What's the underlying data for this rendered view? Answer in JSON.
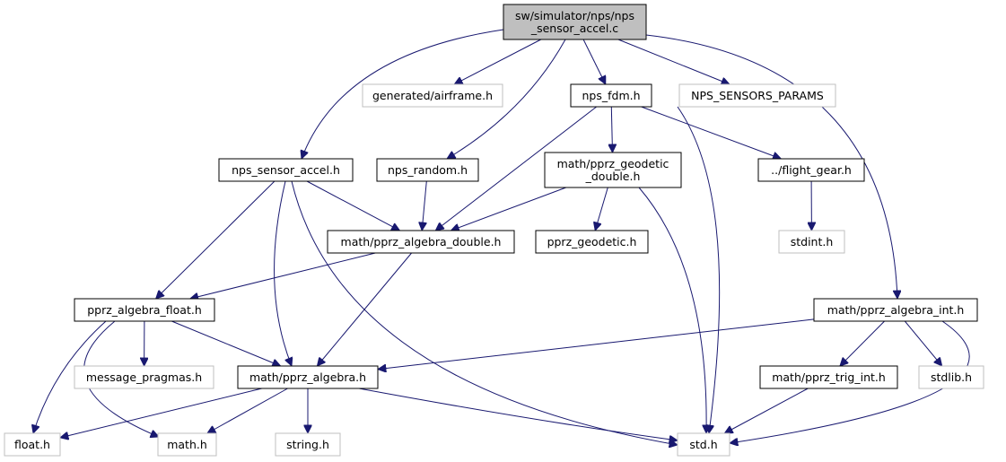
{
  "colors": {
    "root_fill": "#bfbfbf",
    "node_fill": "#ffffff",
    "node_border": "#000000",
    "missing_border": "#bfbfbf",
    "edge": "#191970"
  },
  "nodes": [
    {
      "id": "root",
      "label": [
        "sw/simulator/nps/nps",
        "_sensor_accel.c"
      ],
      "kind": "root"
    },
    {
      "id": "generated_airframe",
      "label": [
        "generated/airframe.h"
      ],
      "kind": "missing"
    },
    {
      "id": "nps_fdm",
      "label": [
        "nps_fdm.h"
      ],
      "kind": "normal"
    },
    {
      "id": "nps_sensors_params",
      "label": [
        "NPS_SENSORS_PARAMS"
      ],
      "kind": "missing"
    },
    {
      "id": "nps_sensor_accel",
      "label": [
        "nps_sensor_accel.h"
      ],
      "kind": "normal"
    },
    {
      "id": "nps_random",
      "label": [
        "nps_random.h"
      ],
      "kind": "normal"
    },
    {
      "id": "pprz_geodetic_double",
      "label": [
        "math/pprz_geodetic",
        "_double.h"
      ],
      "kind": "normal"
    },
    {
      "id": "flight_gear",
      "label": [
        "../flight_gear.h"
      ],
      "kind": "normal"
    },
    {
      "id": "stdint",
      "label": [
        "stdint.h"
      ],
      "kind": "missing"
    },
    {
      "id": "pprz_algebra_double",
      "label": [
        "math/pprz_algebra_double.h"
      ],
      "kind": "normal"
    },
    {
      "id": "pprz_geodetic",
      "label": [
        "pprz_geodetic.h"
      ],
      "kind": "normal"
    },
    {
      "id": "pprz_algebra_float",
      "label": [
        "pprz_algebra_float.h"
      ],
      "kind": "normal"
    },
    {
      "id": "pprz_algebra_int",
      "label": [
        "math/pprz_algebra_int.h"
      ],
      "kind": "normal"
    },
    {
      "id": "message_pragmas",
      "label": [
        "message_pragmas.h"
      ],
      "kind": "missing"
    },
    {
      "id": "pprz_algebra",
      "label": [
        "math/pprz_algebra.h"
      ],
      "kind": "normal"
    },
    {
      "id": "pprz_trig_int",
      "label": [
        "math/pprz_trig_int.h"
      ],
      "kind": "normal"
    },
    {
      "id": "stdlib",
      "label": [
        "stdlib.h"
      ],
      "kind": "missing"
    },
    {
      "id": "float_h",
      "label": [
        "float.h"
      ],
      "kind": "missing"
    },
    {
      "id": "math_h",
      "label": [
        "math.h"
      ],
      "kind": "missing"
    },
    {
      "id": "string_h",
      "label": [
        "string.h"
      ],
      "kind": "missing"
    },
    {
      "id": "std_h",
      "label": [
        "std.h"
      ],
      "kind": "missing"
    }
  ],
  "edges": [
    [
      "root",
      "generated_airframe"
    ],
    [
      "root",
      "nps_fdm"
    ],
    [
      "root",
      "nps_sensors_params"
    ],
    [
      "root",
      "nps_sensor_accel"
    ],
    [
      "root",
      "nps_random"
    ],
    [
      "root",
      "pprz_algebra_int"
    ],
    [
      "nps_fdm",
      "pprz_geodetic_double"
    ],
    [
      "nps_fdm",
      "flight_gear"
    ],
    [
      "nps_fdm",
      "pprz_algebra_double"
    ],
    [
      "nps_fdm",
      "std_h"
    ],
    [
      "nps_sensor_accel",
      "pprz_algebra_double"
    ],
    [
      "nps_sensor_accel",
      "pprz_algebra_float"
    ],
    [
      "nps_sensor_accel",
      "pprz_algebra"
    ],
    [
      "nps_sensor_accel",
      "std_h"
    ],
    [
      "nps_random",
      "pprz_algebra_double"
    ],
    [
      "pprz_geodetic_double",
      "pprz_algebra_double"
    ],
    [
      "pprz_geodetic_double",
      "pprz_geodetic"
    ],
    [
      "pprz_geodetic_double",
      "std_h"
    ],
    [
      "flight_gear",
      "stdint"
    ],
    [
      "pprz_algebra_double",
      "pprz_algebra_float"
    ],
    [
      "pprz_algebra_double",
      "pprz_algebra"
    ],
    [
      "pprz_algebra_float",
      "message_pragmas"
    ],
    [
      "pprz_algebra_float",
      "pprz_algebra"
    ],
    [
      "pprz_algebra_float",
      "float_h"
    ],
    [
      "pprz_algebra_float",
      "math_h"
    ],
    [
      "pprz_algebra_int",
      "pprz_algebra"
    ],
    [
      "pprz_algebra_int",
      "pprz_trig_int"
    ],
    [
      "pprz_algebra_int",
      "stdlib"
    ],
    [
      "pprz_algebra_int",
      "std_h"
    ],
    [
      "pprz_algebra",
      "float_h"
    ],
    [
      "pprz_algebra",
      "math_h"
    ],
    [
      "pprz_algebra",
      "string_h"
    ],
    [
      "pprz_algebra",
      "std_h"
    ],
    [
      "pprz_trig_int",
      "std_h"
    ]
  ]
}
